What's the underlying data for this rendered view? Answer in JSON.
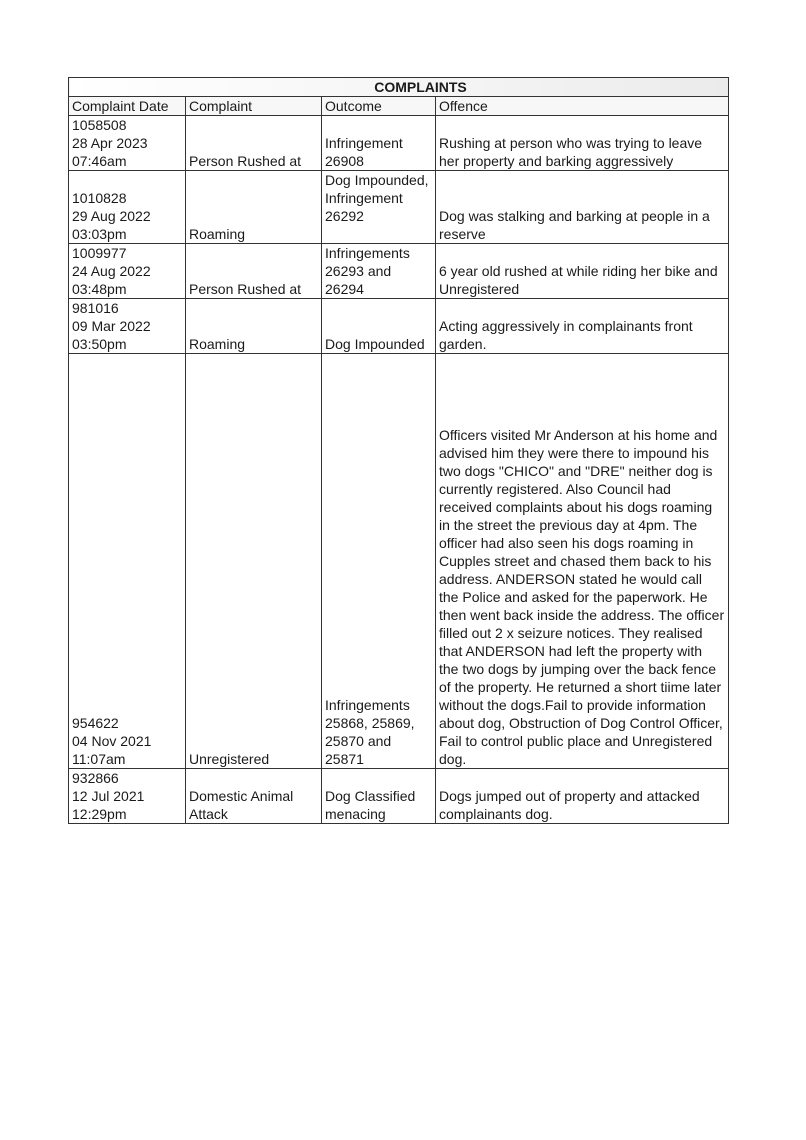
{
  "table": {
    "title": "COMPLAINTS",
    "headers": {
      "date": "Complaint Date",
      "complaint": "Complaint",
      "outcome": "Outcome",
      "offence": "Offence"
    },
    "rows": [
      {
        "id": "1058508",
        "date": "28 Apr 2023",
        "time": "07:46am",
        "complaint": "Person Rushed at",
        "outcome": "Infringement 26908",
        "offence": "Rushing at person who was trying to leave her property and barking aggressively"
      },
      {
        "id": "1010828",
        "date": "29 Aug 2022",
        "time": "03:03pm",
        "complaint": "Roaming",
        "outcome": "Dog Impounded, Infringement 26292",
        "offence": "Dog was stalking and barking at people in a reserve"
      },
      {
        "id": "1009977",
        "date": "24 Aug 2022",
        "time": "03:48pm",
        "complaint": "Person Rushed at",
        "outcome": "Infringements 26293 and 26294",
        "offence": "6 year old rushed at while riding her bike and Unregistered"
      },
      {
        "id": "981016",
        "date": "09 Mar 2022",
        "time": "03:50pm",
        "complaint": "Roaming",
        "outcome": "Dog Impounded",
        "offence": "Acting aggressively in complainants front garden."
      },
      {
        "id": "954622",
        "date": "04 Nov 2021",
        "time": "11:07am",
        "complaint": "Unregistered",
        "outcome": "Infringements 25868, 25869, 25870 and 25871",
        "offence": "Officers visited Mr Anderson at his home and advised him they were there to impound his two dogs \"CHICO\" and \"DRE\" neither dog is currently registered. Also Council had received complaints about his dogs roaming in the street the previous day at 4pm. The officer had also seen his dogs roaming in Cupples street and chased them back to his address. ANDERSON stated he would call the Police and asked for the paperwork. He then went back inside the address. The officer filled out 2 x seizure notices. They realised that ANDERSON had left the property with the two dogs by jumping over the back fence of the property. He returned a short tiime later without the dogs.Fail to provide information about dog, Obstruction of Dog Control Officer, Fail to control public place and Unregistered dog."
      },
      {
        "id": "932866",
        "date": "12 Jul 2021",
        "time": "12:29pm",
        "complaint": "Domestic Animal Attack",
        "outcome": "Dog Classified menacing",
        "offence": "Dogs jumped out of property and attacked complainants dog."
      }
    ]
  }
}
